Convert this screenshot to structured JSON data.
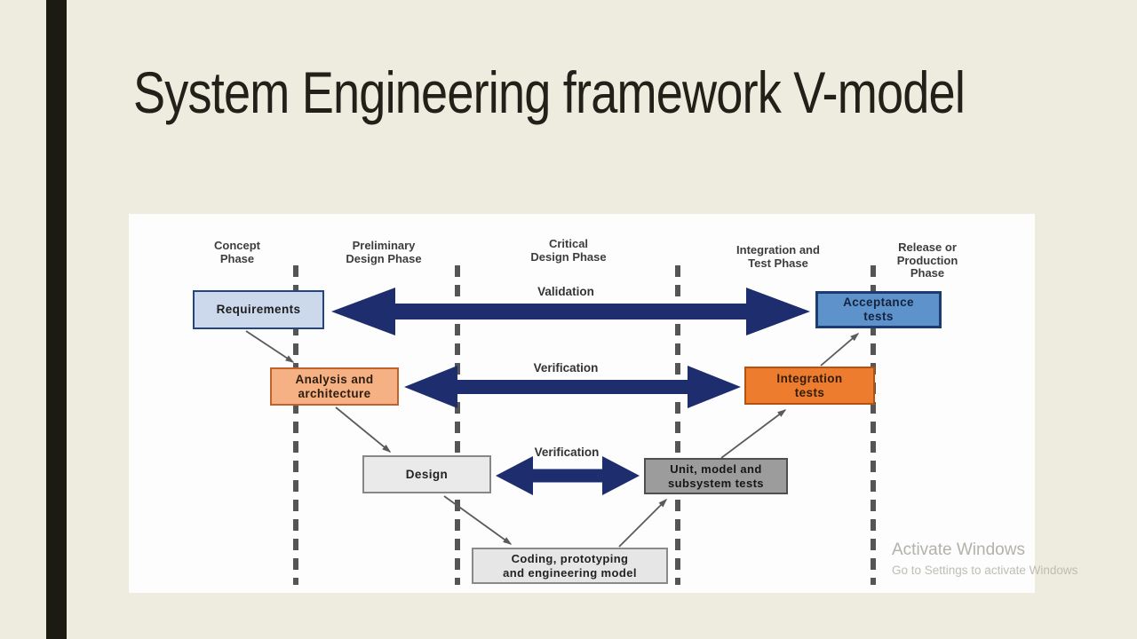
{
  "slide": {
    "title": "System Engineering framework V-model"
  },
  "diagram": {
    "phases": [
      {
        "label": "Concept\nPhase"
      },
      {
        "label": "Preliminary\nDesign Phase"
      },
      {
        "label": "Critical\nDesign Phase"
      },
      {
        "label": "Integration and\nTest Phase"
      },
      {
        "label": "Release or\nProduction\nPhase"
      }
    ],
    "boxes": {
      "requirements": "Requirements",
      "analysis": "Analysis and\narchitecture",
      "design": "Design",
      "coding": "Coding, prototyping\nand engineering model",
      "unit": "Unit, model and\nsubsystem tests",
      "integration": "Integration\ntests",
      "acceptance": "Acceptance\ntests"
    },
    "arrow_labels": {
      "validation": "Validation",
      "verification_mid": "Verification",
      "verification_low": "Verification"
    },
    "colors": {
      "slide_background": "#edecdf",
      "accent_stripe": "#1b1b12",
      "panel": "#fdfdfd",
      "navy_arrow": "#1e2d6e",
      "divider_gray": "#555555",
      "flow_arrow_gray": "#5a5a5a",
      "requirements_fill": "#ccd9ec",
      "requirements_border": "#24457e",
      "analysis_fill": "#f5b183",
      "analysis_border": "#c0622c",
      "design_fill": "#eaeaea",
      "design_border": "#878787",
      "coding_fill": "#e6e6e6",
      "coding_border": "#8a8a8a",
      "unit_fill": "#9c9c9c",
      "unit_border": "#4f4f4f",
      "integration_fill": "#ee7c2e",
      "integration_border": "#b4530f",
      "acceptance_fill": "#5d92cb",
      "acceptance_border": "#1d3c6e"
    }
  },
  "watermark": {
    "line1": "Activate Windows",
    "line2": "Go to Settings to activate Windows"
  }
}
